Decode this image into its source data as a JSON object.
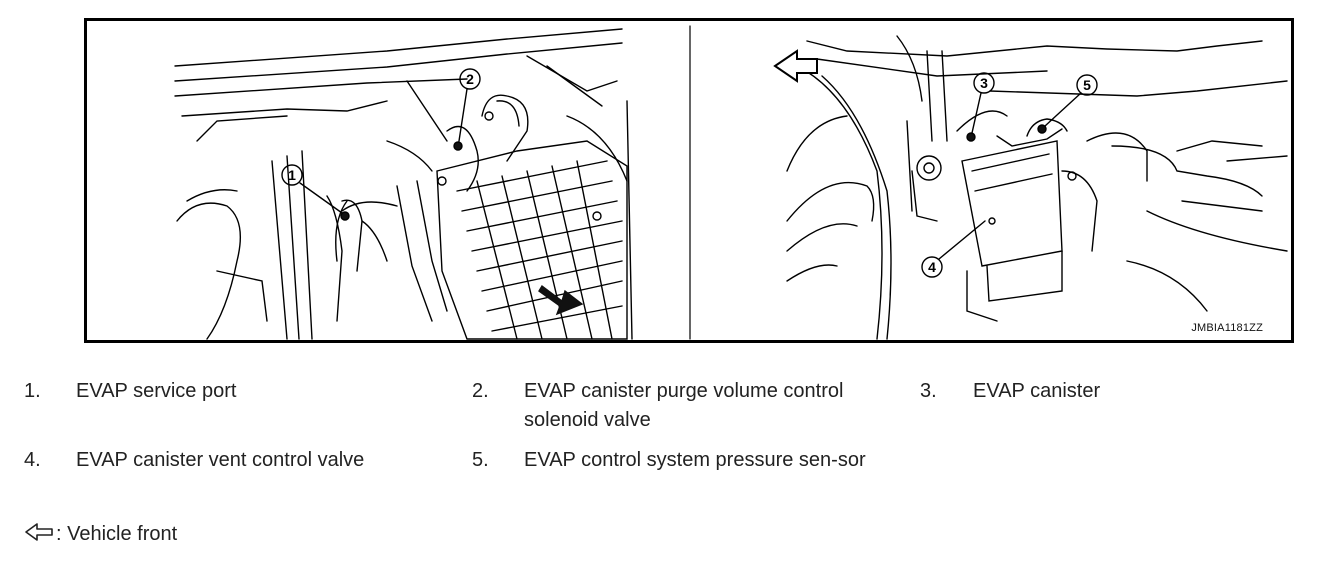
{
  "figure": {
    "code": "JMBIA1181ZZ",
    "callouts": [
      "1",
      "2",
      "3",
      "4",
      "5"
    ]
  },
  "legend": [
    {
      "num": "1.",
      "text": "EVAP service port"
    },
    {
      "num": "2.",
      "text": "EVAP canister purge volume control solenoid valve"
    },
    {
      "num": "3.",
      "text": "EVAP canister"
    },
    {
      "num": "4.",
      "text": "EVAP canister vent control valve"
    },
    {
      "num": "5.",
      "text": "EVAP control system pressure sen-sor"
    }
  ],
  "front_note": {
    "text": ": Vehicle front",
    "icon": "hollow-arrow-left-icon"
  }
}
